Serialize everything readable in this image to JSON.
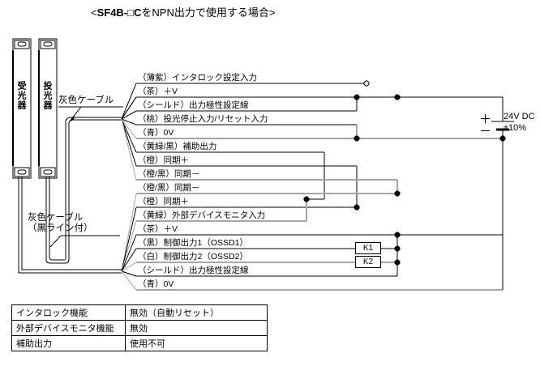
{
  "title": {
    "open": "<",
    "bold": "SF4B-□C",
    "rest": "をNPN出力で使用する場合",
    "close": ">",
    "full": "＜SF4B-□CをNPN出力で使用する場合＞"
  },
  "sensors": [
    {
      "label": "受光器",
      "name": "receiver"
    },
    {
      "label": "投光器",
      "name": "emitter"
    }
  ],
  "cable_labels": {
    "gray": "灰色ケーブル",
    "gray_black_line_1": "灰色ケーブル",
    "gray_black_line_2": "（黒ライン付）"
  },
  "wires_emitter": [
    {
      "color": "薄紫",
      "text": "（薄紫）インタロック設定入力",
      "stroke": "#000"
    },
    {
      "color": "茶",
      "text": "（茶）＋V",
      "stroke": "#000"
    },
    {
      "color": "シールド",
      "text": "（シールド）出力極性設定線",
      "stroke": "#000"
    },
    {
      "color": "桃",
      "text": "（桃）投光停止入力/リセット入力",
      "stroke": "#000"
    },
    {
      "color": "青",
      "text": "（青）0V",
      "stroke": "#a6a6a6"
    },
    {
      "color": "黄緑/黒",
      "text": "（黄緑/黒）補助出力",
      "stroke": "#000"
    },
    {
      "color": "橙",
      "text": "（橙）同期＋",
      "stroke": "#000"
    },
    {
      "color": "橙/黒",
      "text": "（橙/黒）同期－",
      "stroke": "#a6a6a6"
    }
  ],
  "wires_receiver": [
    {
      "color": "橙/黒",
      "text": "（橙/黒）同期－",
      "stroke": "#a6a6a6"
    },
    {
      "color": "橙",
      "text": "（橙）同期＋",
      "stroke": "#000"
    },
    {
      "color": "黄緑",
      "text": "（黄緑）外部デバイスモニタ入力",
      "stroke": "#a6a6a6"
    },
    {
      "color": "茶",
      "text": "（茶）＋V",
      "stroke": "#000"
    },
    {
      "color": "黒",
      "text": "（黒）制御出力1（OSSD1）",
      "stroke": "#000"
    },
    {
      "color": "白",
      "text": "（白）制御出力2（OSSD2）",
      "stroke": "#a6a6a6"
    },
    {
      "color": "シールド",
      "text": "（シールド）出力極性設定線",
      "stroke": "#000"
    },
    {
      "color": "青",
      "text": "（青）0V",
      "stroke": "#a6a6a6"
    }
  ],
  "relays": [
    {
      "label": "K1"
    },
    {
      "label": "K2"
    }
  ],
  "power_supply": {
    "plus": "＋",
    "minus": "－",
    "line1": "24V DC",
    "line2": "±10%"
  },
  "spec_table": {
    "rows": [
      {
        "item": "インタロック機能",
        "value": "無効（自動リセット）"
      },
      {
        "item": "外部デバイスモニタ機能",
        "value": "無効"
      },
      {
        "item": "補助出力",
        "value": "使用不可"
      }
    ]
  },
  "colors": {
    "wire_black": "#000000",
    "wire_gray": "#a6a6a6",
    "background": "#ffffff",
    "sensor_body": "#ffffff"
  }
}
